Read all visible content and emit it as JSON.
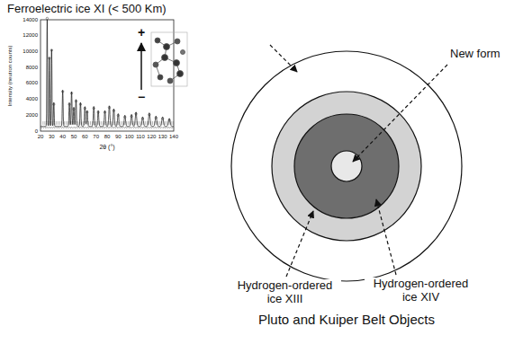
{
  "diagram": {
    "caption": "Pluto and Kuiper Belt Objects",
    "labels": [
      "Ferroelectric ice XI (< 500 Km)",
      "+",
      "−",
      "Intensity (neutron counts)",
      "2θ (°)",
      "0",
      "2000",
      "4000",
      "6000",
      "8000",
      "10000",
      "12000",
      "14000",
      "20",
      "30",
      "40",
      "50",
      "60",
      "70",
      "80",
      "90",
      "100",
      "110",
      "120",
      "130",
      "140",
      "New form",
      "Hydrogen-ordered ice XIII",
      "Hydrogen-ordered ice XIV"
    ]
  }
}
